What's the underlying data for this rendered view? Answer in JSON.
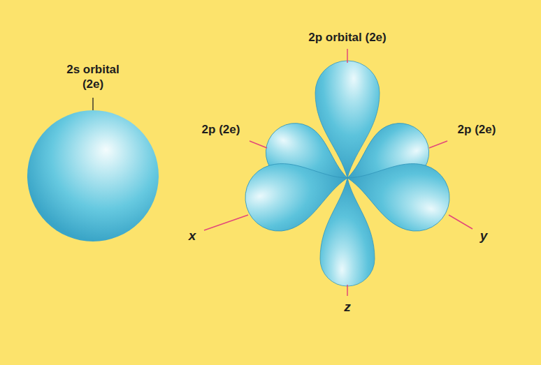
{
  "diagram": {
    "labels": [
      "2s orbital (2e)",
      "2p orbital (2e)",
      "2p (2e)",
      "2p (2e)",
      "x",
      "y",
      "z"
    ]
  }
}
